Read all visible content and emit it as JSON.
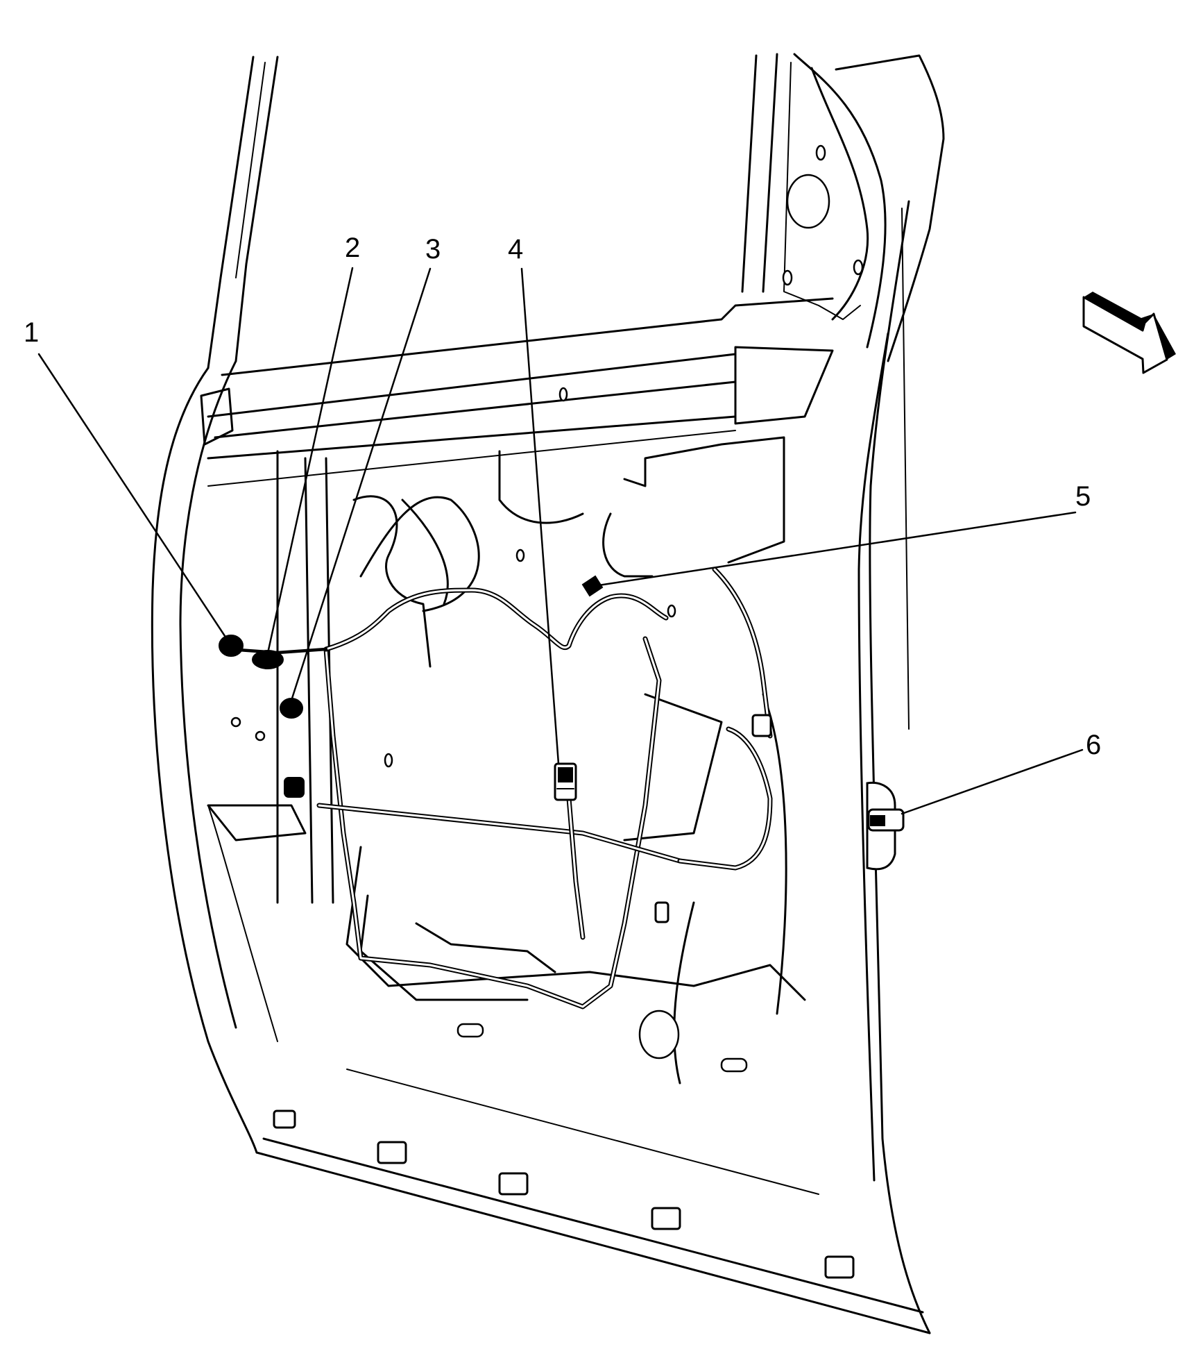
{
  "diagram": {
    "title": "Door wiring harness component locator",
    "subject": "Front door inner panel with wiring harness and connectors",
    "direction_indicator": "arrow-pointing-forward-down-right",
    "colors": {
      "line": "#000000",
      "background": "#ffffff"
    },
    "callouts": [
      {
        "id": "1",
        "label": "1"
      },
      {
        "id": "2",
        "label": "2"
      },
      {
        "id": "3",
        "label": "3"
      },
      {
        "id": "4",
        "label": "4"
      },
      {
        "id": "5",
        "label": "5"
      },
      {
        "id": "6",
        "label": "6"
      }
    ]
  }
}
